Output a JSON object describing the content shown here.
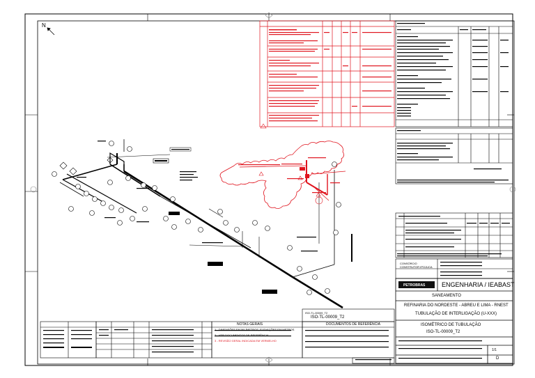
{
  "north_label": "N",
  "drawing_number_small": "ISO-TL-00009_T2",
  "drawing_number_large": "ISO-TL-00009_T2",
  "title_block": {
    "section_title": "SANEAMENTO",
    "project_line1": "REFINARIA DO NORDESTE - ABREU E LIMA - RNEST",
    "project_line2": "TUBULAÇÃO DE INTERLIGAÇÃO (U-XXX)",
    "drawing_title_line1": "ISOMÉTRICO DE TUBULAÇÃO",
    "drawing_title_line2": "ISO-TL-00009_T2",
    "company": "PETROBRAS",
    "department": "ENGENHARIA / IEABAST",
    "consortium_line1": "CONSÓRCIO",
    "consortium_line2": "CONSTRUTOR IPOJUCA",
    "sheet": "1/1",
    "rev": "D"
  },
  "notes_header": "NOTAS GERAIS",
  "refs_header": "DOCUMENTOS DE REFERÊNCIA",
  "notes": [
    "1 - DIMENSÕES EM MILÍMETROS, ELEVAÇÕES EM METROS",
    "2 - VER DOCUMENTOS DE REFERÊNCIA",
    "3 - REVISÃO GERAL INDICADA EM VERMELHO"
  ],
  "colors": {
    "line": "#000000",
    "revision": "#e0141e",
    "paper": "#ffffff"
  },
  "icons": [
    "north-arrow-icon",
    "revision-cloud-icon",
    "petrobras-logo-icon"
  ]
}
